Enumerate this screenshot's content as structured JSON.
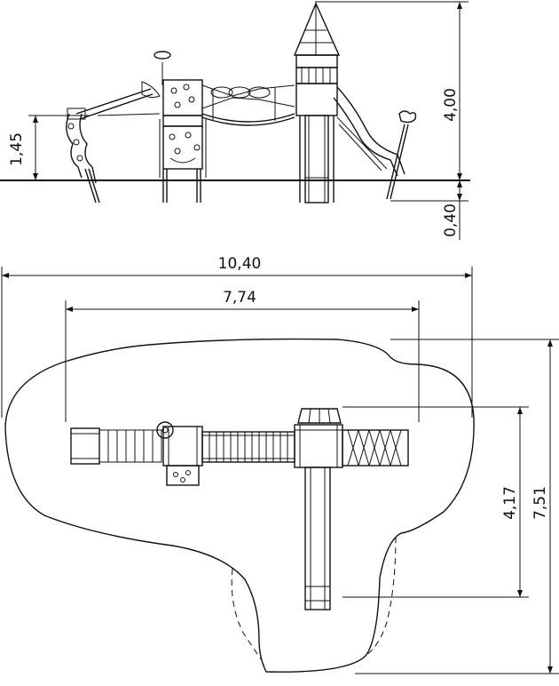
{
  "elevation": {
    "dims": {
      "platform_height": "1,45",
      "total_height": "4,00",
      "foundation_depth": "0,40"
    }
  },
  "plan": {
    "dims": {
      "overall_length": "10,40",
      "equipment_length": "7,74",
      "equipment_depth": "4,17",
      "overall_depth": "7,51"
    }
  },
  "colors": {
    "line": "#111111",
    "background": "#ffffff"
  }
}
